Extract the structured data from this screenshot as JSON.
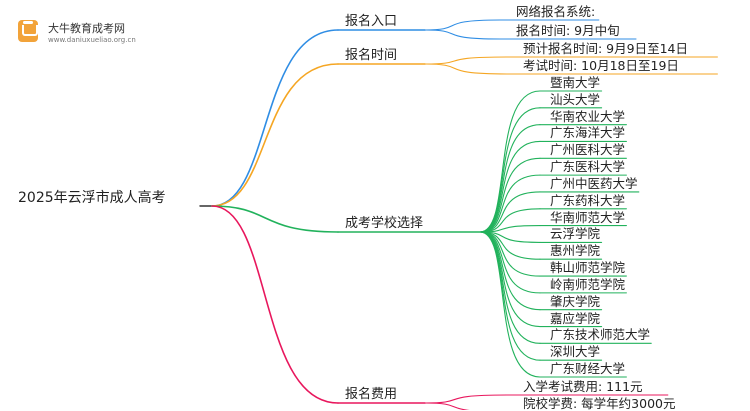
{
  "logo": {
    "title": "大牛教育成考网",
    "subtitle": "www.daniuxueliao.org.cn"
  },
  "root": {
    "label": "2025年云浮市成人高考"
  },
  "colors": {
    "root_stroke": "#333333",
    "branch_blue": "#2f8de4",
    "branch_orange": "#f5a623",
    "branch_green": "#22b25c",
    "branch_pink": "#e8175d"
  },
  "branches": [
    {
      "label": "报名入口",
      "color": "branch_blue",
      "leaves": [
        "网络报名系统:",
        "报名时间: 9月中旬"
      ]
    },
    {
      "label": "报名时间",
      "color": "branch_orange",
      "leaves": [
        "预计报名时间: 9月9日至14日",
        "考试时间: 10月18日至19日"
      ]
    },
    {
      "label": "成考学校选择",
      "color": "branch_green",
      "leaves": [
        "暨南大学",
        "汕头大学",
        "华南农业大学",
        "广东海洋大学",
        "广州医科大学",
        "广东医科大学",
        "广州中医药大学",
        "广东药科大学",
        "华南师范大学",
        "云浮学院",
        "惠州学院",
        "韩山师范学院",
        "岭南师范学院",
        "肇庆学院",
        "嘉应学院",
        "广东技术师范大学",
        "深圳大学",
        "广东财经大学"
      ]
    },
    {
      "label": "报名费用",
      "color": "branch_pink",
      "leaves": [
        "入学考试费用: 111元",
        "院校学费: 每学年约3000元"
      ]
    }
  ]
}
